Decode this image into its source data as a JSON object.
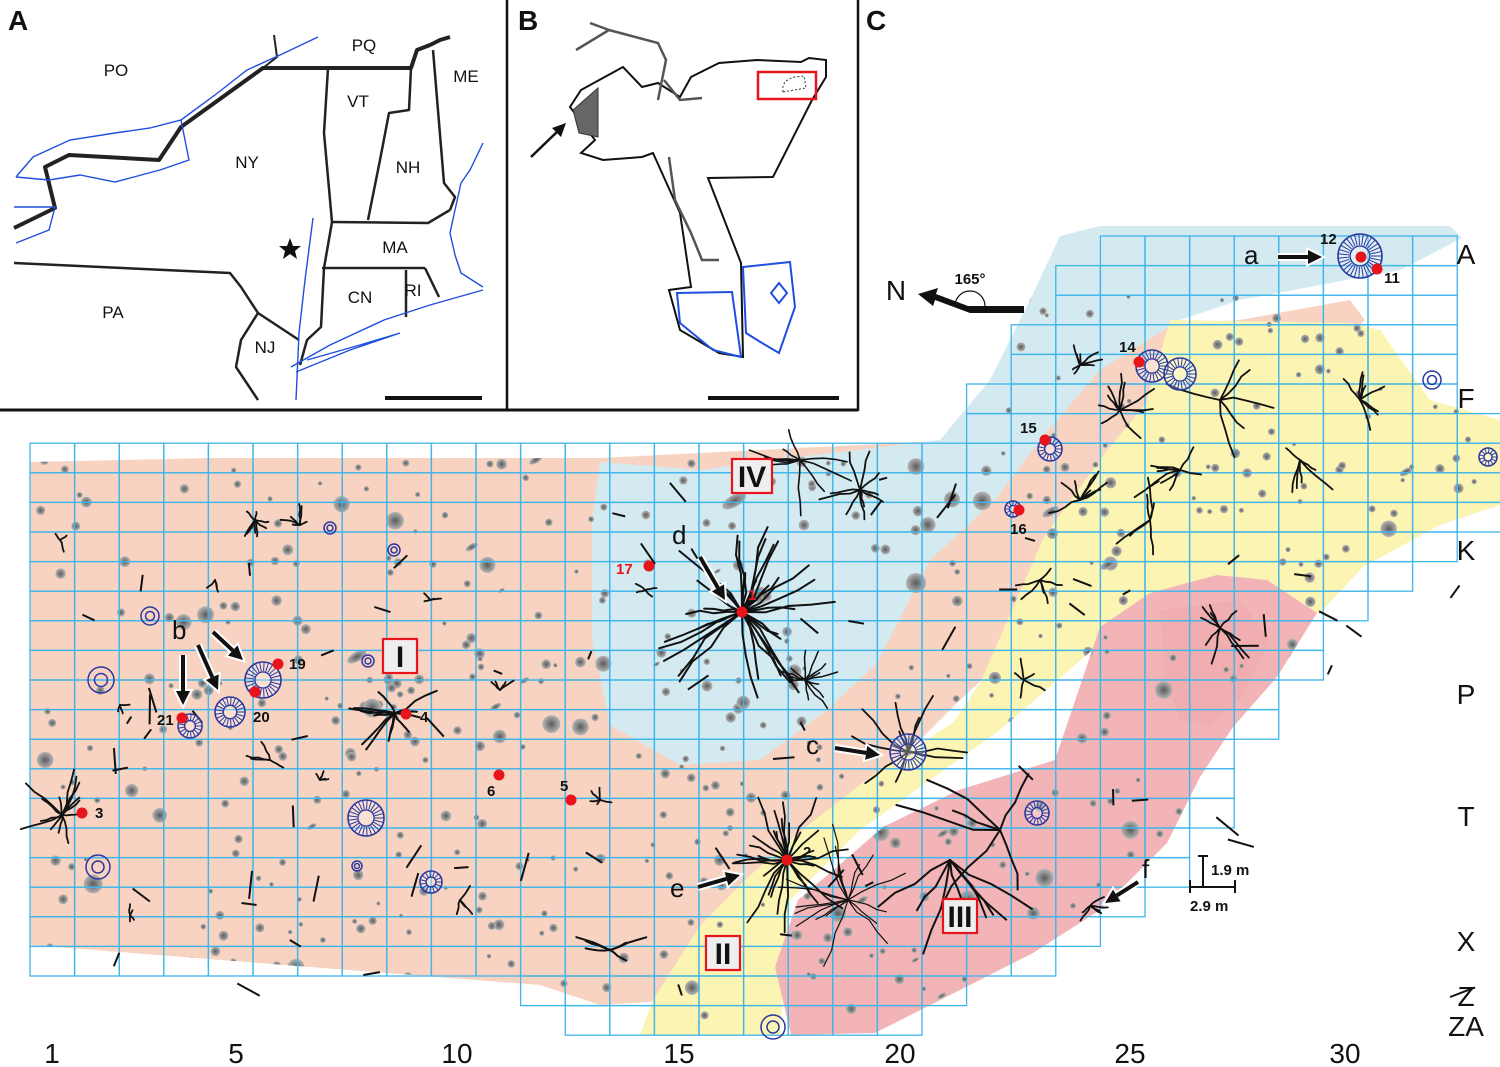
{
  "panels": {
    "a": "A",
    "b": "B",
    "c": "C"
  },
  "panel_a": {
    "states": [
      "PO",
      "PQ",
      "ME",
      "VT",
      "NY",
      "NH",
      "MA",
      "CN",
      "RI",
      "PA",
      "NJ"
    ]
  },
  "compass": {
    "north": "N",
    "angle": "165°"
  },
  "grid": {
    "row_labels": [
      "A",
      "F",
      "K",
      "P",
      "T",
      "X",
      "Z",
      "ZA"
    ],
    "column_labels": [
      "1",
      "5",
      "10",
      "15",
      "20",
      "25",
      "30"
    ]
  },
  "points": [
    "1",
    "2",
    "3",
    "4",
    "5",
    "6",
    "11",
    "12",
    "14",
    "15",
    "16",
    "17",
    "19",
    "20",
    "21"
  ],
  "letters": [
    "a",
    "b",
    "c",
    "d",
    "e",
    "f"
  ],
  "zones": [
    "I",
    "II",
    "III",
    "IV"
  ],
  "scale": {
    "vertical": "1.9 m",
    "horizontal": "2.9 m"
  },
  "colors": {
    "zone_peach": "#f9d3c1",
    "zone_blue": "#d2eaf0",
    "zone_yellow": "#fbf4b2",
    "zone_red": "#f2b4b6",
    "grid": "#3fb5ea",
    "rosette": "#2a3aa0",
    "point": "#e8141b"
  }
}
